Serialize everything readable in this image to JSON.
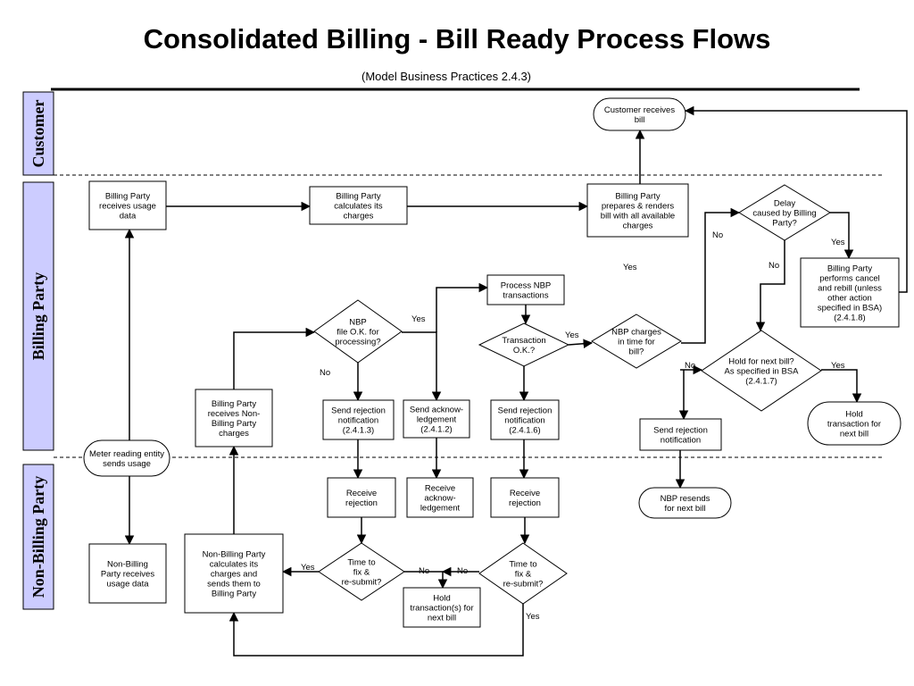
{
  "title": "Consolidated Billing - Bill Ready Process Flows",
  "subtitle": "(Model Business Practices 2.4.3)",
  "colors": {
    "lane_fill": "#ccccff",
    "stroke": "#000000"
  },
  "lanes": [
    {
      "id": "customer",
      "label": "Customer"
    },
    {
      "id": "billing_party",
      "label": "Billing Party"
    },
    {
      "id": "non_billing_party",
      "label": "Non-Billing Party"
    }
  ],
  "nodes": [
    {
      "id": "cust_receives",
      "lines": [
        "Customer receives",
        "bill"
      ]
    },
    {
      "id": "bp_receives_usage",
      "lines": [
        "Billing Party",
        "receives usage",
        "data"
      ]
    },
    {
      "id": "bp_calc",
      "lines": [
        "Billing Party",
        "calculates its",
        "charges"
      ]
    },
    {
      "id": "bp_prepares",
      "lines": [
        "Billing Party",
        "prepares & renders",
        "bill with all available",
        "charges"
      ]
    },
    {
      "id": "delay",
      "lines": [
        "Delay",
        "caused by Billing",
        "Party?"
      ]
    },
    {
      "id": "cancel_rebill",
      "lines": [
        "Billing Party",
        "performs cancel",
        "and rebill (unless",
        "other action",
        "specified in BSA)",
        "(2.4.1.8)"
      ]
    },
    {
      "id": "process_nbp",
      "lines": [
        "Process NBP",
        "transactions"
      ]
    },
    {
      "id": "nbp_ok",
      "lines": [
        "NBP",
        "file O.K. for",
        "processing?"
      ]
    },
    {
      "id": "trans_ok",
      "lines": [
        "Transaction",
        "O.K.?"
      ]
    },
    {
      "id": "nbp_in_time",
      "lines": [
        "NBP charges",
        "in time for",
        "bill?"
      ]
    },
    {
      "id": "hold_next",
      "lines": [
        "Hold for next bill?",
        "As specified in BSA",
        "(2.4.1.7)"
      ]
    },
    {
      "id": "bp_receives_nbp",
      "lines": [
        "Billing Party",
        "receives Non-",
        "Billing Party",
        "charges"
      ]
    },
    {
      "id": "send_rej_1",
      "lines": [
        "Send rejection",
        "notification",
        "(2.4.1.3)"
      ]
    },
    {
      "id": "send_ack",
      "lines": [
        "Send acknow-",
        "ledgement",
        "(2.4.1.2)"
      ]
    },
    {
      "id": "send_rej_2",
      "lines": [
        "Send rejection",
        "notification",
        "(2.4.1.6)"
      ]
    },
    {
      "id": "send_rej_3",
      "lines": [
        "Send rejection",
        "notification"
      ]
    },
    {
      "id": "hold_trans",
      "lines": [
        "Hold",
        "transaction for",
        "next bill"
      ]
    },
    {
      "id": "meter",
      "lines": [
        "Meter reading entity",
        "sends usage"
      ]
    },
    {
      "id": "recv_rej_1",
      "lines": [
        "Receive",
        "rejection"
      ]
    },
    {
      "id": "recv_ack",
      "lines": [
        "Receive",
        "acknow-",
        "ledgement"
      ]
    },
    {
      "id": "recv_rej_2",
      "lines": [
        "Receive",
        "rejection"
      ]
    },
    {
      "id": "nbp_resends",
      "lines": [
        "NBP resends",
        "for next bill"
      ]
    },
    {
      "id": "nbp_receives_usage",
      "lines": [
        "Non-Billing",
        "Party receives",
        "usage data"
      ]
    },
    {
      "id": "nbp_calc",
      "lines": [
        "Non-Billing Party",
        "calculates its",
        "charges and",
        "sends them to",
        "Billing Party"
      ]
    },
    {
      "id": "time_fix_1",
      "lines": [
        "Time to",
        "fix &",
        "re-submit?"
      ]
    },
    {
      "id": "hold_trans_next",
      "lines": [
        "Hold",
        "transaction(s) for",
        "next bill"
      ]
    },
    {
      "id": "time_fix_2",
      "lines": [
        "Time to",
        "fix &",
        "re-submit?"
      ]
    }
  ],
  "edge_labels": [
    {
      "id": "nbp_ok_yes",
      "text": "Yes"
    },
    {
      "id": "nbp_ok_no",
      "text": "No"
    },
    {
      "id": "trans_ok_yes",
      "text": "Yes"
    },
    {
      "id": "in_time_yes",
      "text": "Yes"
    },
    {
      "id": "in_time_no",
      "text": "No"
    },
    {
      "id": "delay_yes",
      "text": "Yes"
    },
    {
      "id": "delay_no",
      "text": "No"
    },
    {
      "id": "hold_next_no",
      "text": "No"
    },
    {
      "id": "hold_next_yes",
      "text": "Yes"
    },
    {
      "id": "fix1_yes",
      "text": "Yes"
    },
    {
      "id": "fix1_no",
      "text": "No"
    },
    {
      "id": "fix2_no",
      "text": "No"
    },
    {
      "id": "fix2_yes",
      "text": "Yes"
    }
  ]
}
